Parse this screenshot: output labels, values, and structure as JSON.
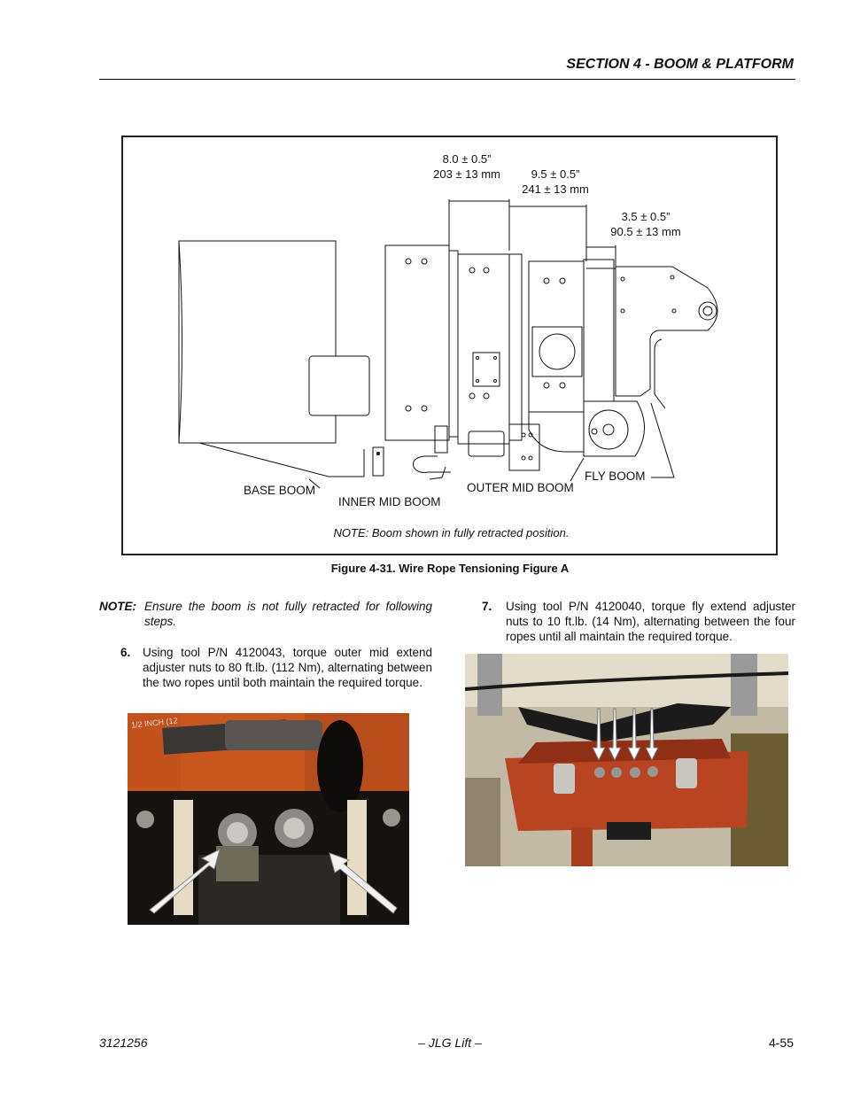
{
  "header": {
    "section_title": "SECTION 4 - BOOM & PLATFORM"
  },
  "figure": {
    "dimensions": {
      "a_in": "8.0 ± 0.5”",
      "a_mm": "203 ± 13 mm",
      "b_in": "9.5 ± 0.5”",
      "b_mm": "241 ± 13 mm",
      "c_in": "3.5 ± 0.5”",
      "c_mm": "90.5 ± 13 mm"
    },
    "labels": {
      "base_boom": "BASE BOOM",
      "inner_mid_boom": "INNER MID BOOM",
      "outer_mid_boom": "OUTER MID BOOM",
      "fly_boom": "FLY BOOM"
    },
    "note": "NOTE: Boom shown in fully retracted position.",
    "caption": "Figure 4-31.  Wire Rope Tensioning Figure A"
  },
  "note": {
    "label": "NOTE:",
    "text": "Ensure the boom is not fully retracted for following steps."
  },
  "steps": [
    {
      "num": "6.",
      "text": "Using tool P/N 4120043, torque outer mid extend adjuster nuts to 80 ft.lb. (112 Nm), alternating between the two ropes until both maintain the required torque."
    },
    {
      "num": "7.",
      "text": "Using tool P/N 4120040, torque fly extend adjuster nuts to 10 ft.lb. (14 Nm), alternating between the four ropes until all maintain the required torque."
    }
  ],
  "photos": {
    "left_hose_text": "1/2 INCH (12"
  },
  "footer": {
    "doc_number": "3121256",
    "center": "– JLG Lift –",
    "page": "4-55"
  }
}
